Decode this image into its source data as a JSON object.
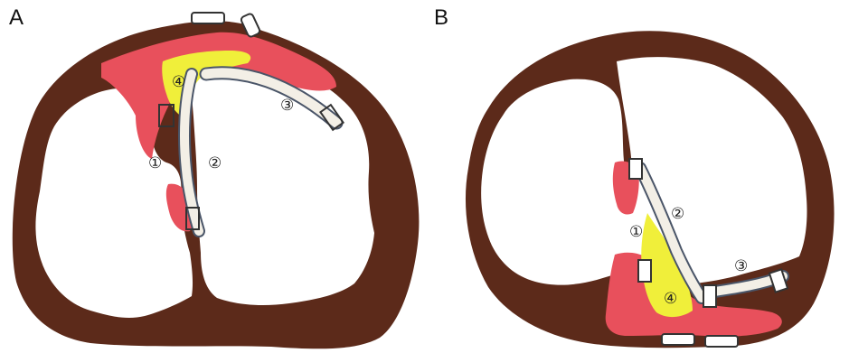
{
  "panels": [
    {
      "letter": "A"
    },
    {
      "letter": "B"
    }
  ],
  "labels": {
    "one": "①",
    "two": "②",
    "three": "③",
    "four": "④"
  },
  "colors": {
    "myocardium": "#5c2a1a",
    "scar": "#e8505c",
    "fat": "#f0ef3a",
    "catheter": "#f3efe6",
    "outline": "#4a5568"
  }
}
